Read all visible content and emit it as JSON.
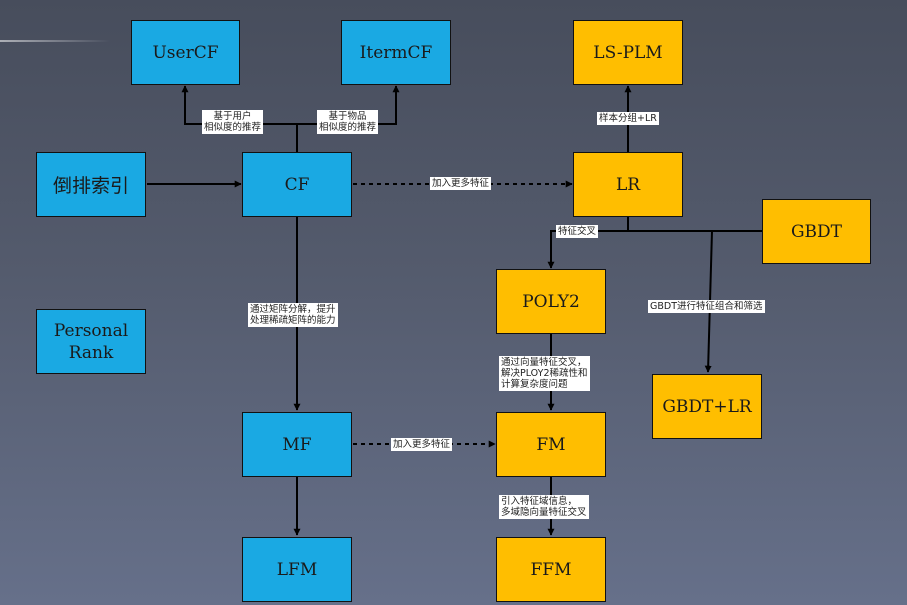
{
  "nodes": {
    "usercf": "UserCF",
    "itermcf": "ItermCF",
    "lsplm": "LS-PLM",
    "inverted_index": "倒排索引",
    "cf": "CF",
    "lr": "LR",
    "gbdt": "GBDT",
    "poly2": "POLY2",
    "personal_rank_line1": "Personal",
    "personal_rank_line2": "Rank",
    "gbdt_lr": "GBDT+LR",
    "mf": "MF",
    "fm": "FM",
    "lfm": "LFM",
    "ffm": "FFM"
  },
  "edges": {
    "user_similarity_line1": "基于用户",
    "user_similarity_line2": "相似度的推荐",
    "item_similarity_line1": "基于物品",
    "item_similarity_line2": "相似度的推荐",
    "sample_grouping": "样本分组+LR",
    "more_features_cf_lr": "加入更多特征",
    "feature_cross": "特征交叉",
    "matrix_factorization_line1": "通过矩阵分解，提升",
    "matrix_factorization_line2": "处理稀疏矩阵的能力",
    "gbdt_combination": "GBDT进行特征组合和筛选",
    "vector_cross_line1": "通过向量特征交叉，",
    "vector_cross_line2": "解决PLOY2稀疏性和",
    "vector_cross_line3": "计算复杂度问题",
    "more_features_mf_fm": "加入更多特征",
    "field_info_line1": "引入特征域信息，",
    "field_info_line2": "多域隐向量特征交叉"
  },
  "colors": {
    "blue_node": "#1aa9e3",
    "orange_node": "#ffbe00",
    "edge": "#000000"
  }
}
